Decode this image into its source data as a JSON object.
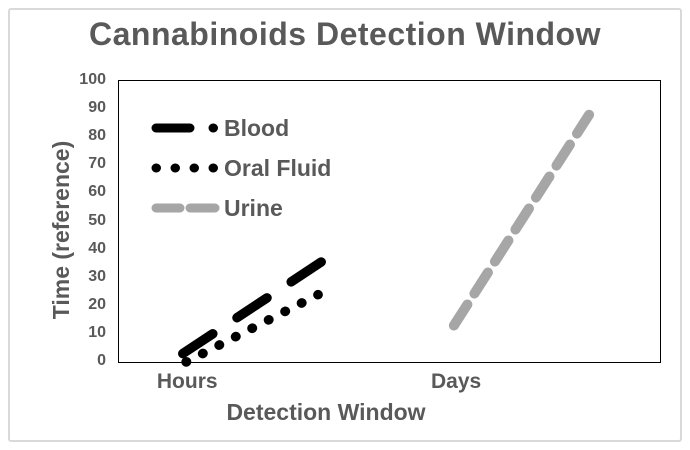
{
  "chart_data": {
    "type": "line",
    "title": "Cannabinoids Detection Window",
    "xlabel": "Detection Window",
    "ylabel": "Time (reference)",
    "ylim": [
      0,
      100
    ],
    "y_ticks": [
      100,
      90,
      80,
      70,
      60,
      50,
      40,
      30,
      20,
      10,
      0
    ],
    "x_categories": [
      "Hours",
      "Days"
    ],
    "category_x_frac": [
      0.128,
      0.625
    ],
    "grid": false,
    "legend_position": "inside-top-left",
    "series": [
      {
        "name": "Blood",
        "category": "Hours",
        "values": [
          3,
          36
        ],
        "x_frac": [
          0.118,
          0.377
        ],
        "color": "#000000",
        "style": "long-dash"
      },
      {
        "name": "Oral Fluid",
        "category": "Hours",
        "values": [
          0,
          24
        ],
        "x_frac": [
          0.124,
          0.368
        ],
        "color": "#000000",
        "style": "dotted"
      },
      {
        "name": "Urine",
        "category": "Days",
        "values": [
          13,
          88
        ],
        "x_frac": [
          0.619,
          0.869
        ],
        "color": "#a6a6a6",
        "style": "dashed"
      }
    ]
  },
  "colors": {
    "text": "#595959",
    "frame_border": "#d9d9d9",
    "plot_border": "#000000"
  }
}
